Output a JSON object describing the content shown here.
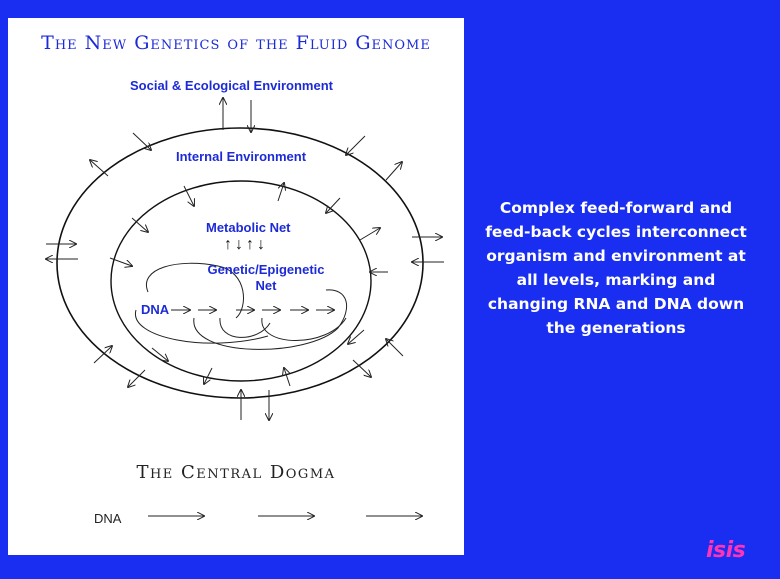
{
  "panel": {
    "title": "The New Genetics of the Fluid Genome",
    "labels": {
      "social": "Social & Ecological Environment",
      "internal": "Internal Environment",
      "metabolic": "Metabolic Net",
      "metabolic_arrows": "↑↓↑↓",
      "genetic": "Genetic/Epigenetic Net",
      "dna": "DNA"
    },
    "bottom_title": "The Central Dogma",
    "bottom_dna": "DNA"
  },
  "caption": "Complex feed-forward and feed-back cycles interconnect organism and environment at all levels, marking and changing RNA and DNA down the generations",
  "logo": {
    "text": "isis",
    "icon": "isis-logo"
  },
  "colors": {
    "background": "#1a2ef2",
    "label": "#1d2bd6",
    "logo": "#ff33b5",
    "logo_dot": "#7ee02a"
  }
}
